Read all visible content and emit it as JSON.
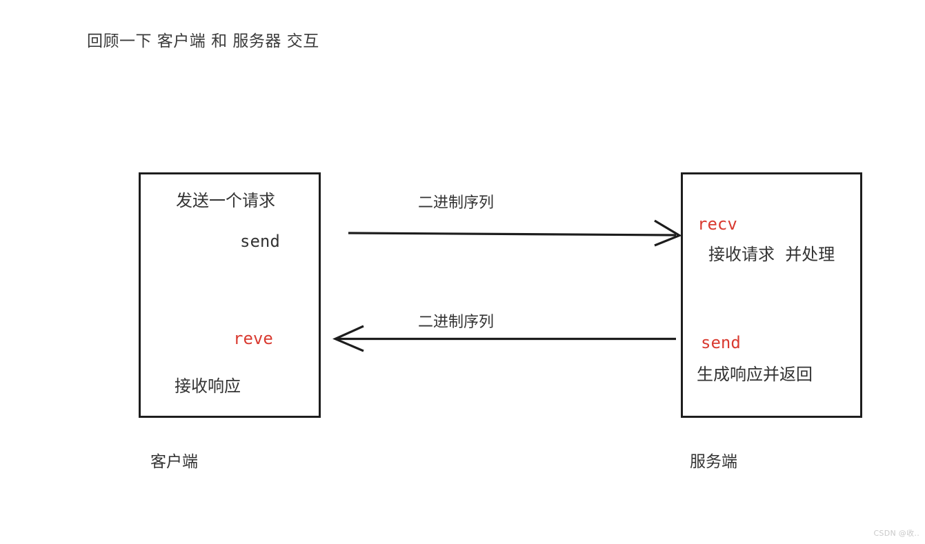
{
  "title": "回顾一下 客户端 和 服务器 交互",
  "colors": {
    "background": "#ffffff",
    "box_border": "#1d1d1d",
    "text": "#333333",
    "accent_red": "#d93a30",
    "arrow": "#1d1d1d",
    "watermark": "#c9c9c9"
  },
  "client": {
    "caption": "客户端",
    "lines": [
      {
        "text": "发送一个请求",
        "style": "cjk"
      },
      {
        "text": "send",
        "style": "mono"
      },
      {
        "text": "reve",
        "style": "mono-red"
      },
      {
        "text": "接收响应",
        "style": "cjk"
      }
    ]
  },
  "server": {
    "caption": "服务端",
    "lines": [
      {
        "text": "recv",
        "style": "mono-red"
      },
      {
        "text": "接收请求  并处理",
        "style": "cjk"
      },
      {
        "text": "send",
        "style": "mono-red"
      },
      {
        "text": "生成响应并返回",
        "style": "cjk"
      }
    ]
  },
  "arrows": [
    {
      "label": "二进制序列",
      "direction": "right",
      "name": "request-arrow"
    },
    {
      "label": "二进制序列",
      "direction": "left",
      "name": "response-arrow"
    }
  ],
  "watermark": "CSDN @收.."
}
